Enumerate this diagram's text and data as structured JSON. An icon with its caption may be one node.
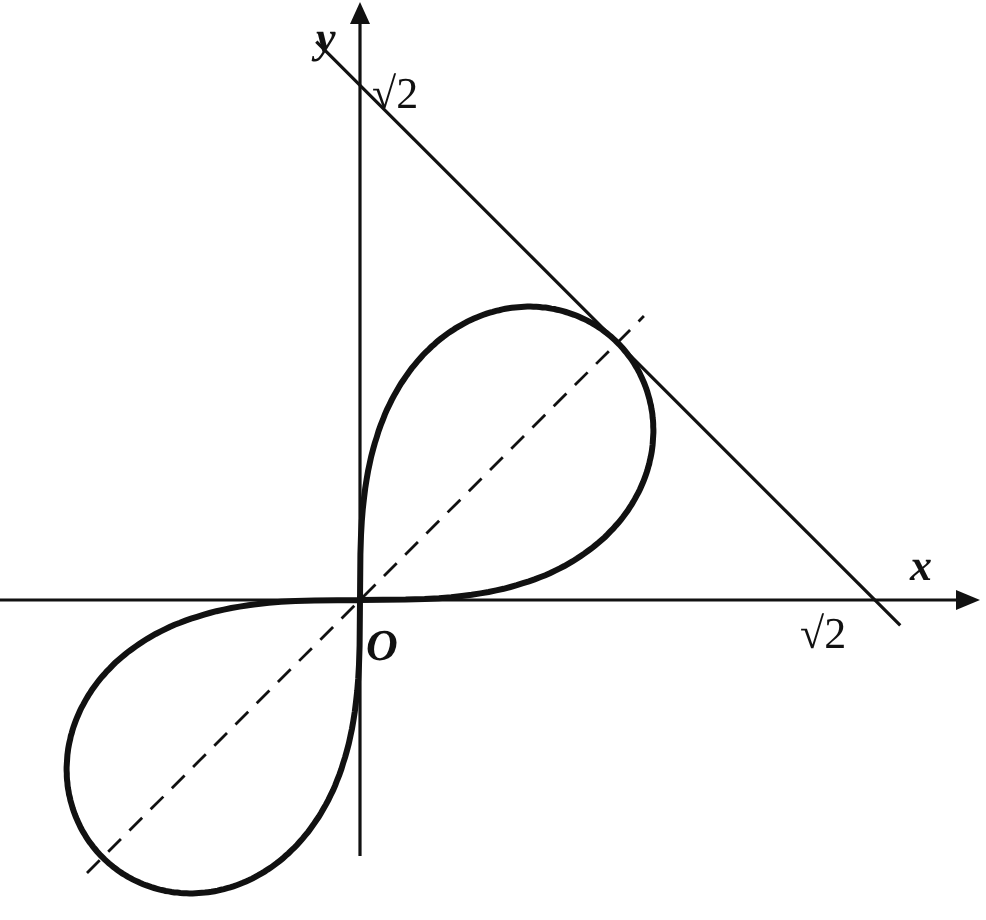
{
  "diagram": {
    "labels": [
      "y",
      "√2",
      "x",
      "O",
      "√2"
    ]
  }
}
